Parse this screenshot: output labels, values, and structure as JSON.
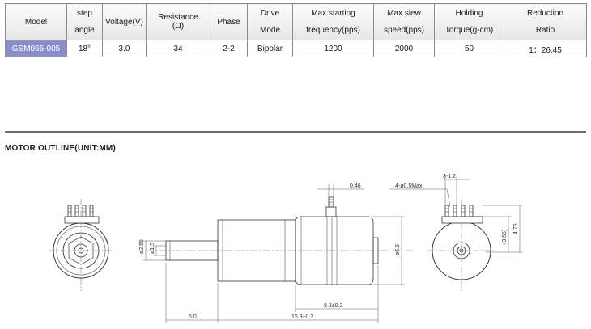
{
  "spec_table": {
    "headers": {
      "model": "Model",
      "step_angle": [
        "step",
        "angle"
      ],
      "voltage": "Voltage(V)",
      "resistance": [
        "Resistance",
        "(Ω)"
      ],
      "phase": "Phase",
      "drive_mode": [
        "Drive",
        "Mode"
      ],
      "max_starting": [
        "Max.starting",
        "frequency(pps)"
      ],
      "max_slew": [
        "Max.slew",
        "speed(pps)"
      ],
      "holding": [
        "Holding",
        "Torque(g-cm)"
      ],
      "reduction": [
        "Reduction",
        "Ratio"
      ]
    },
    "row": {
      "model": "GSM065-005",
      "step_angle": "18°",
      "voltage": "3.0",
      "resistance": "34",
      "phase": "2-2",
      "drive_mode": "Bipolar",
      "max_starting": "1200",
      "max_slew": "2000",
      "holding": "50",
      "reduction": "1：26.45"
    }
  },
  "section_title": "MOTOR OUTLINE(UNIT:MM)",
  "drawing_labels": {
    "pin_width": "0.46",
    "pin_pitch": "3-1.2",
    "pin_dia": "4-ø0.5Max.",
    "shaft_outer": "ø2.55",
    "shaft_inner": "ø1.5",
    "body_dia": "ø6.5",
    "pin_height_inner": "(3.55)",
    "pin_height_outer": "4.75",
    "shaft_length": "5.0",
    "motor_length": "8.3±0.2",
    "total_length": "16.3±0.3"
  },
  "colors": {
    "model_cell_bg": "#8a8fcb",
    "header_bg": "#ececec",
    "divider": "#6e6e6e"
  }
}
